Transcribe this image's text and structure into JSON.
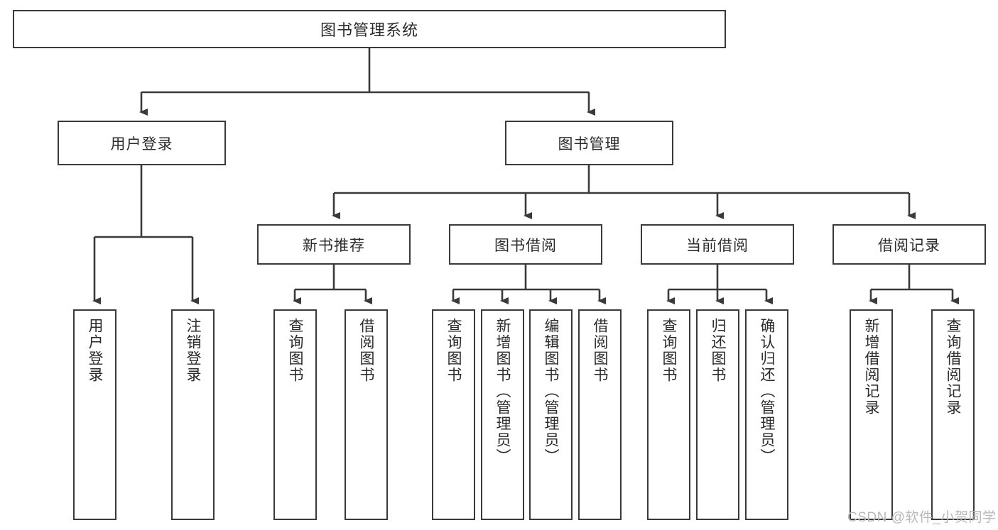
{
  "diagram": {
    "type": "tree",
    "title": "图书管理系统",
    "root": {
      "label": "图书管理系统"
    },
    "level2": [
      {
        "label": "用户登录"
      },
      {
        "label": "图书管理"
      }
    ],
    "level3": [
      {
        "label": "新书推荐"
      },
      {
        "label": "图书借阅"
      },
      {
        "label": "当前借阅"
      },
      {
        "label": "借阅记录"
      }
    ],
    "leaves": {
      "user_login": [
        {
          "label": "用户登录"
        },
        {
          "label": "注销登录"
        }
      ],
      "new_book_recommend": [
        {
          "label": "查询图书"
        },
        {
          "label": "借阅图书"
        }
      ],
      "book_borrow": [
        {
          "label": "查询图书"
        },
        {
          "label": "新增图书（管理员）"
        },
        {
          "label": "编辑图书（管理员）"
        },
        {
          "label": "借阅图书"
        }
      ],
      "current_borrow": [
        {
          "label": "查询图书"
        },
        {
          "label": "归还图书"
        },
        {
          "label": "确认归还（管理员）"
        }
      ],
      "borrow_record": [
        {
          "label": "新增借阅记录"
        },
        {
          "label": "查询借阅记录"
        }
      ]
    },
    "colors": {
      "stroke": "#3a3a3a",
      "fill": "#ffffff",
      "text": "#2b2b2b",
      "watermark": "#b8b8b8"
    }
  },
  "watermark": {
    "text": "CSDN @软件_小贺同学"
  }
}
